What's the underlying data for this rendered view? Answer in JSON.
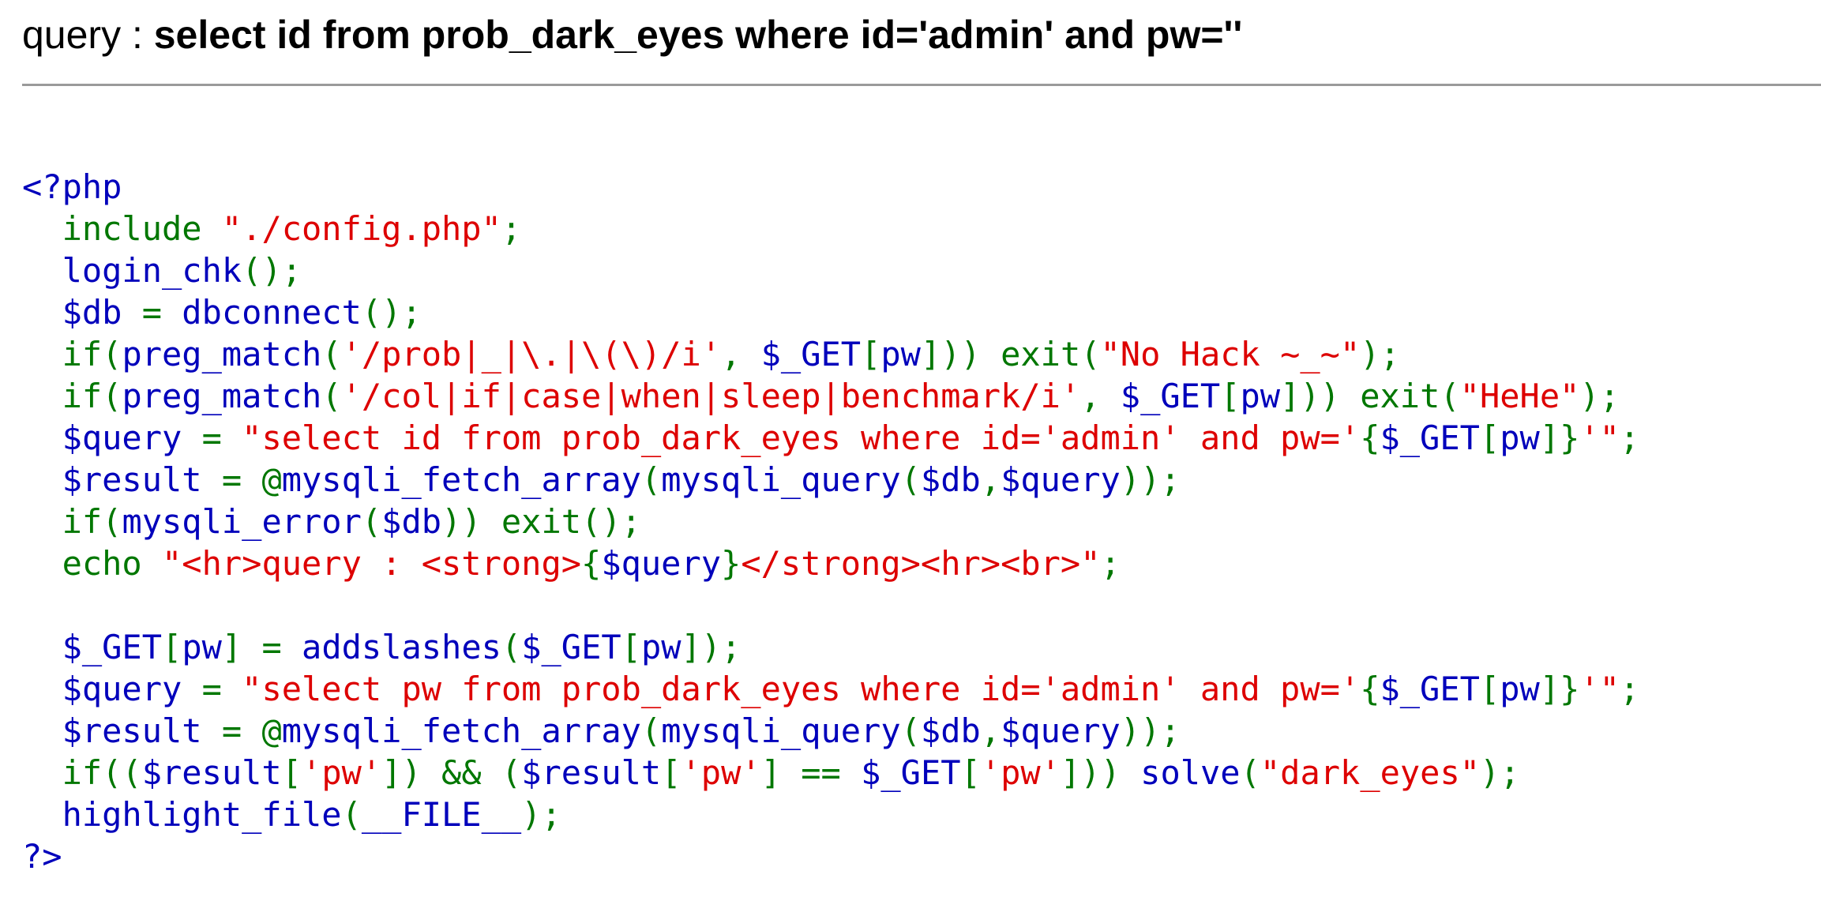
{
  "header": {
    "label": "query : ",
    "query": "select id from prob_dark_eyes where id='admin' and pw=''"
  },
  "colors": {
    "keyword": "#007700",
    "default": "#0000bb",
    "string": "#dd0000",
    "rule": "#9a9a9a"
  },
  "code": {
    "lines": [
      [
        [
          "b",
          "<?php"
        ]
      ],
      [
        [
          "g",
          "  include "
        ],
        [
          "r",
          "\"./config.php\""
        ],
        [
          "g",
          ";"
        ]
      ],
      [
        [
          "b",
          "  login_chk"
        ],
        [
          "g",
          "();"
        ]
      ],
      [
        [
          "b",
          "  $db "
        ],
        [
          "g",
          "= "
        ],
        [
          "b",
          "dbconnect"
        ],
        [
          "g",
          "();"
        ]
      ],
      [
        [
          "g",
          "  if("
        ],
        [
          "b",
          "preg_match"
        ],
        [
          "g",
          "("
        ],
        [
          "r",
          "'/prob|_|\\.|\\(\\)/i'"
        ],
        [
          "g",
          ", "
        ],
        [
          "b",
          "$_GET"
        ],
        [
          "g",
          "["
        ],
        [
          "b",
          "pw"
        ],
        [
          "g",
          "])) exit("
        ],
        [
          "r",
          "\"No Hack ~_~\""
        ],
        [
          "g",
          ");"
        ]
      ],
      [
        [
          "g",
          "  if("
        ],
        [
          "b",
          "preg_match"
        ],
        [
          "g",
          "("
        ],
        [
          "r",
          "'/col|if|case|when|sleep|benchmark/i'"
        ],
        [
          "g",
          ", "
        ],
        [
          "b",
          "$_GET"
        ],
        [
          "g",
          "["
        ],
        [
          "b",
          "pw"
        ],
        [
          "g",
          "])) exit("
        ],
        [
          "r",
          "\"HeHe\""
        ],
        [
          "g",
          ");"
        ]
      ],
      [
        [
          "b",
          "  $query "
        ],
        [
          "g",
          "= "
        ],
        [
          "r",
          "\"select id from prob_dark_eyes where id='admin' and pw='"
        ],
        [
          "g",
          "{"
        ],
        [
          "b",
          "$_GET"
        ],
        [
          "g",
          "["
        ],
        [
          "b",
          "pw"
        ],
        [
          "g",
          "]}"
        ],
        [
          "r",
          "'\""
        ],
        [
          "g",
          ";"
        ]
      ],
      [
        [
          "b",
          "  $result "
        ],
        [
          "g",
          "= @"
        ],
        [
          "b",
          "mysqli_fetch_array"
        ],
        [
          "g",
          "("
        ],
        [
          "b",
          "mysqli_query"
        ],
        [
          "g",
          "("
        ],
        [
          "b",
          "$db"
        ],
        [
          "g",
          ","
        ],
        [
          "b",
          "$query"
        ],
        [
          "g",
          "));"
        ]
      ],
      [
        [
          "g",
          "  if("
        ],
        [
          "b",
          "mysqli_error"
        ],
        [
          "g",
          "("
        ],
        [
          "b",
          "$db"
        ],
        [
          "g",
          ")) exit();"
        ]
      ],
      [
        [
          "g",
          "  echo "
        ],
        [
          "r",
          "\"<hr>query : <strong>"
        ],
        [
          "g",
          "{"
        ],
        [
          "b",
          "$query"
        ],
        [
          "g",
          "}"
        ],
        [
          "r",
          "</strong><hr><br>\""
        ],
        [
          "g",
          ";"
        ]
      ],
      [],
      [
        [
          "b",
          "  $_GET"
        ],
        [
          "g",
          "["
        ],
        [
          "b",
          "pw"
        ],
        [
          "g",
          "] = "
        ],
        [
          "b",
          "addslashes"
        ],
        [
          "g",
          "("
        ],
        [
          "b",
          "$_GET"
        ],
        [
          "g",
          "["
        ],
        [
          "b",
          "pw"
        ],
        [
          "g",
          "]);"
        ]
      ],
      [
        [
          "b",
          "  $query "
        ],
        [
          "g",
          "= "
        ],
        [
          "r",
          "\"select pw from prob_dark_eyes where id='admin' and pw='"
        ],
        [
          "g",
          "{"
        ],
        [
          "b",
          "$_GET"
        ],
        [
          "g",
          "["
        ],
        [
          "b",
          "pw"
        ],
        [
          "g",
          "]}"
        ],
        [
          "r",
          "'\""
        ],
        [
          "g",
          ";"
        ]
      ],
      [
        [
          "b",
          "  $result "
        ],
        [
          "g",
          "= @"
        ],
        [
          "b",
          "mysqli_fetch_array"
        ],
        [
          "g",
          "("
        ],
        [
          "b",
          "mysqli_query"
        ],
        [
          "g",
          "("
        ],
        [
          "b",
          "$db"
        ],
        [
          "g",
          ","
        ],
        [
          "b",
          "$query"
        ],
        [
          "g",
          "));"
        ]
      ],
      [
        [
          "g",
          "  if(("
        ],
        [
          "b",
          "$result"
        ],
        [
          "g",
          "["
        ],
        [
          "r",
          "'pw'"
        ],
        [
          "g",
          "]) && ("
        ],
        [
          "b",
          "$result"
        ],
        [
          "g",
          "["
        ],
        [
          "r",
          "'pw'"
        ],
        [
          "g",
          "] == "
        ],
        [
          "b",
          "$_GET"
        ],
        [
          "g",
          "["
        ],
        [
          "r",
          "'pw'"
        ],
        [
          "g",
          "])) "
        ],
        [
          "b",
          "solve"
        ],
        [
          "g",
          "("
        ],
        [
          "r",
          "\"dark_eyes\""
        ],
        [
          "g",
          ");"
        ]
      ],
      [
        [
          "b",
          "  highlight_file"
        ],
        [
          "g",
          "("
        ],
        [
          "b",
          "__FILE__"
        ],
        [
          "g",
          ");"
        ]
      ],
      [
        [
          "b",
          "?>"
        ]
      ]
    ]
  }
}
